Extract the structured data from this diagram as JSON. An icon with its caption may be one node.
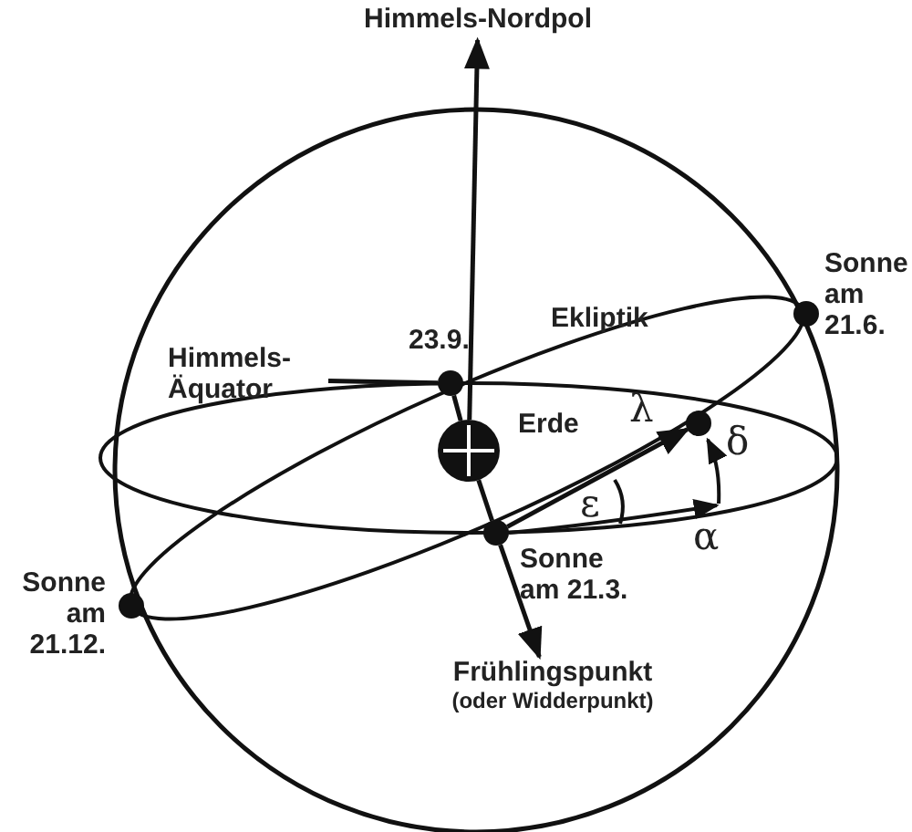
{
  "diagram": {
    "nodes": [
      {
        "text": [
          "Himmels-Nordpol"
        ]
      },
      {
        "text": [],
        "shape": "circle",
        "beside": [
          "Erde"
        ]
      },
      {
        "text": [],
        "shape": "circle",
        "beside": [
          "23.9."
        ]
      },
      {
        "text": [],
        "shape": "circle",
        "beside": [
          "Sonne am 21.6."
        ]
      },
      {
        "text": [],
        "shape": "circle",
        "beside": [
          "Sonne am 21.12."
        ]
      },
      {
        "text": [],
        "shape": "circle",
        "beside": [
          "Sonne am 21.3."
        ]
      },
      {
        "text": [],
        "shape": "circle"
      },
      {
        "text": [
          "Frühlingspunkt",
          "(oder Widderpunkt)"
        ]
      },
      {
        "text": [
          "Himmels-Äquator"
        ]
      }
    ],
    "edges": [
      {
        "from": 1,
        "to": 0,
        "arrow": "to"
      },
      {
        "from": 2,
        "to": 1,
        "arrow": "none"
      },
      {
        "from": 1,
        "to": 5,
        "arrow": "none"
      },
      {
        "from": 5,
        "to": 7,
        "arrow": "to"
      },
      {
        "from": 8,
        "to": 2,
        "arrow": "none"
      },
      {
        "from": 5,
        "to": 6,
        "arrow": "to"
      }
    ],
    "labels": [
      "Ekliptik",
      "λ",
      "ε",
      "α",
      "δ"
    ]
  }
}
